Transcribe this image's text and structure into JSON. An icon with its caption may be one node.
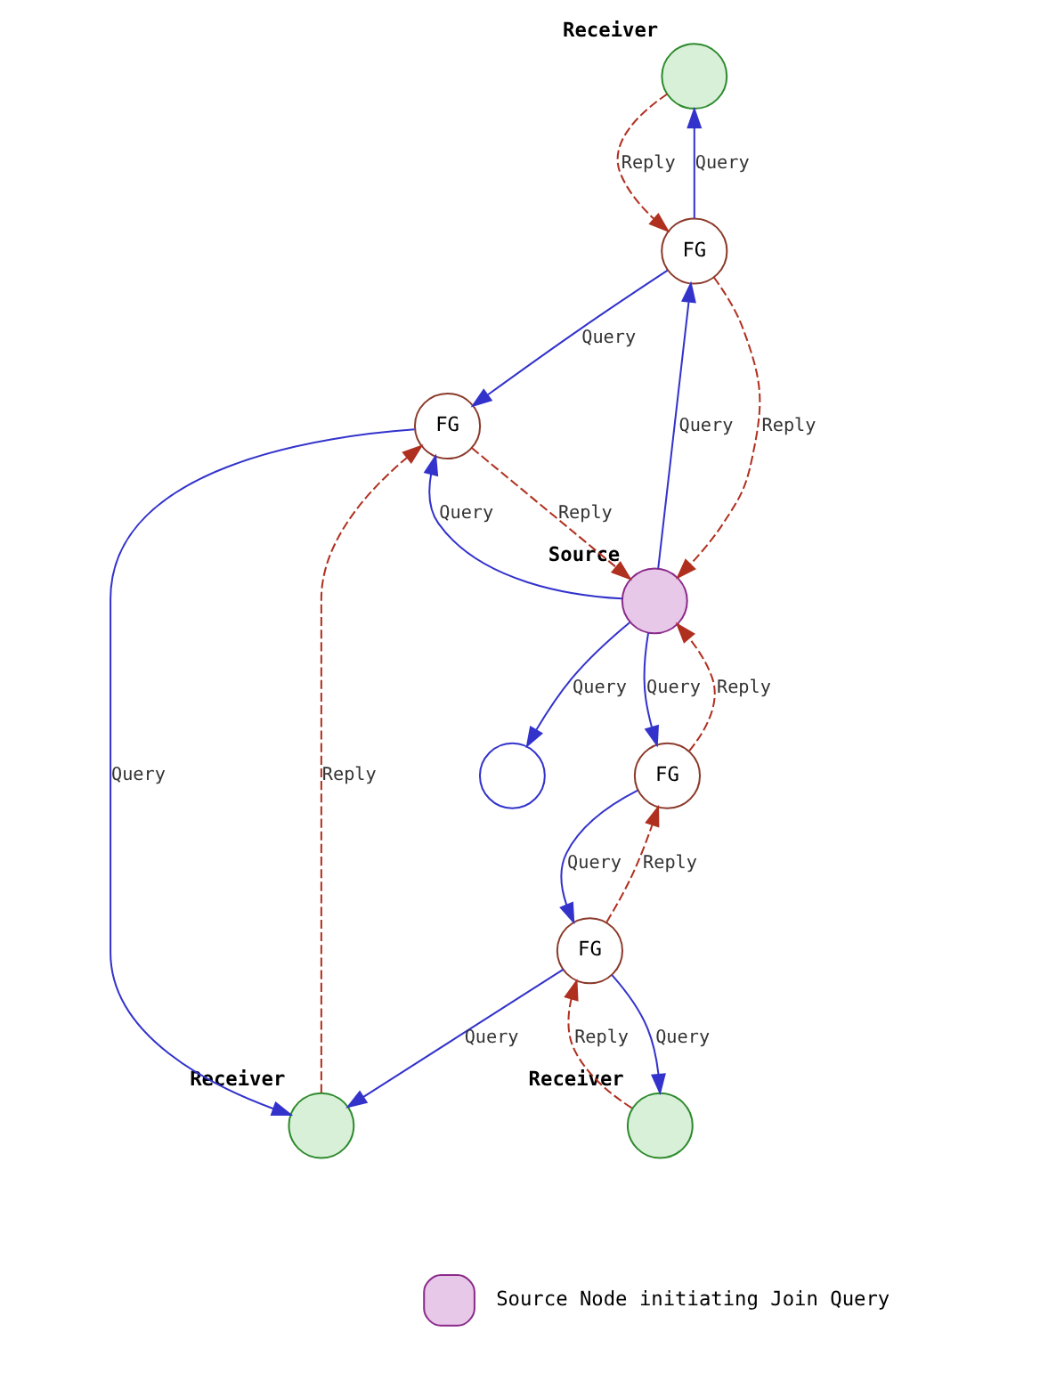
{
  "diagram": {
    "nodes": [
      {
        "text": [],
        "shape": "circle",
        "beside": [
          "Receiver"
        ]
      },
      {
        "text": [
          "FG"
        ]
      },
      {
        "text": [],
        "shape": "circle",
        "beside": [
          "Source"
        ]
      },
      {
        "text": [],
        "shape": "circle"
      },
      {
        "text": [
          "FG"
        ]
      },
      {
        "text": [
          "FG"
        ]
      },
      {
        "text": [],
        "shape": "circle",
        "beside": [
          "Receiver"
        ]
      },
      {
        "text": [
          "FG"
        ]
      },
      {
        "text": [],
        "shape": "circle",
        "beside": [
          "Receiver"
        ]
      }
    ],
    "edges": [
      {
        "from": 1,
        "to": 0,
        "arrow": "to",
        "label": "Query"
      },
      {
        "from": 0,
        "to": 1,
        "arrow": "to",
        "label": "Reply",
        "style": "dashed",
        "color": "#b03020"
      },
      {
        "from": 2,
        "to": 1,
        "arrow": "to",
        "label": "Query"
      },
      {
        "from": 1,
        "to": 2,
        "arrow": "to",
        "label": "Reply",
        "style": "dashed",
        "color": "#b03020"
      },
      {
        "from": 2,
        "to": 3,
        "arrow": "to",
        "label": "Query"
      },
      {
        "from": 1,
        "to": 4,
        "arrow": "to",
        "label": "Query"
      },
      {
        "from": 2,
        "to": 4,
        "arrow": "to",
        "label": "Query"
      },
      {
        "from": 4,
        "to": 2,
        "arrow": "to",
        "label": "Reply",
        "style": "dashed",
        "color": "#b03020"
      },
      {
        "from": 2,
        "to": 5,
        "arrow": "to",
        "label": "Query"
      },
      {
        "from": 5,
        "to": 2,
        "arrow": "to",
        "label": "Reply",
        "style": "dashed",
        "color": "#b03020"
      },
      {
        "from": 4,
        "to": 6,
        "arrow": "to",
        "label": "Query"
      },
      {
        "from": 6,
        "to": 4,
        "arrow": "to",
        "label": "Reply",
        "style": "dashed",
        "color": "#b03020"
      },
      {
        "from": 5,
        "to": 7,
        "arrow": "to",
        "label": "Query"
      },
      {
        "from": 7,
        "to": 5,
        "arrow": "to",
        "label": "Reply",
        "style": "dashed",
        "color": "#b03020"
      },
      {
        "from": 7,
        "to": 6,
        "arrow": "to",
        "label": "Query"
      },
      {
        "from": 7,
        "to": 8,
        "arrow": "to",
        "label": "Query"
      },
      {
        "from": 8,
        "to": 7,
        "arrow": "to",
        "label": "Reply",
        "style": "dashed",
        "color": "#b03020"
      }
    ],
    "legend": [
      {
        "text": "Source Node initiating Join Query"
      }
    ]
  }
}
